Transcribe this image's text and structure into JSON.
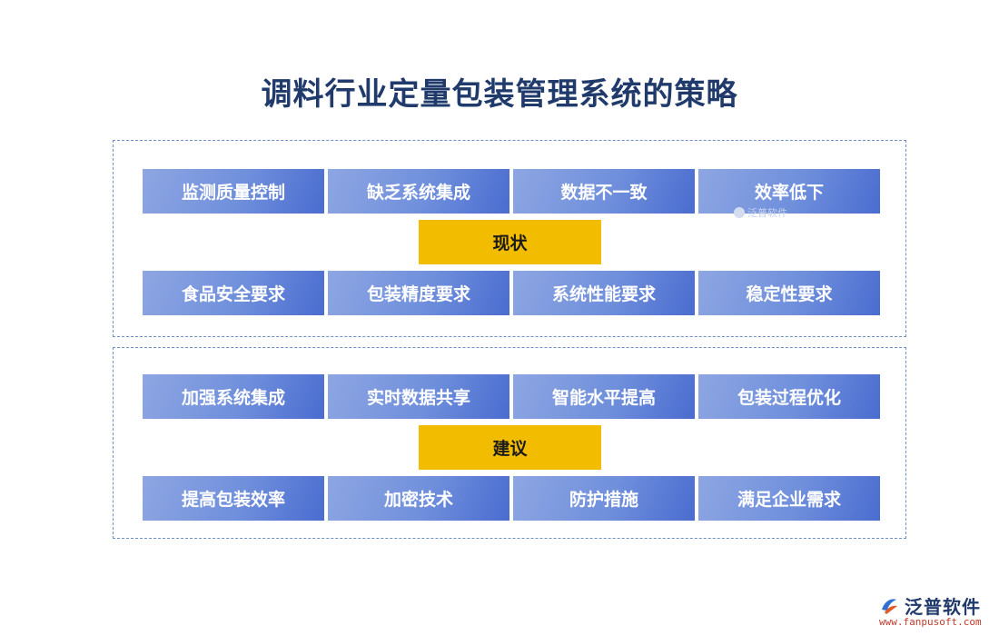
{
  "title": "调料行业定量包装管理系统的策略",
  "sections": [
    {
      "label": "现状",
      "top_row": [
        "监测质量控制",
        "缺乏系统集成",
        "数据不一致",
        "效率低下"
      ],
      "bottom_row": [
        "食品安全要求",
        "包装精度要求",
        "系统性能要求",
        "稳定性要求"
      ]
    },
    {
      "label": "建议",
      "top_row": [
        "加强系统集成",
        "实时数据共享",
        "智能水平提高",
        "包装过程优化"
      ],
      "bottom_row": [
        "提高包装效率",
        "加密技术",
        "防护措施",
        "满足企业需求"
      ]
    }
  ],
  "watermark": "泛普软件",
  "logo": {
    "name": "泛普软件",
    "url": "www.fanpusoft.com"
  },
  "colors": {
    "title": "#1f3a6b",
    "cell_gradient_start": "#8ea6e2",
    "cell_gradient_end": "#4a6ccf",
    "center_label": "#f2bd00",
    "panel_border": "#6f8fc9"
  }
}
